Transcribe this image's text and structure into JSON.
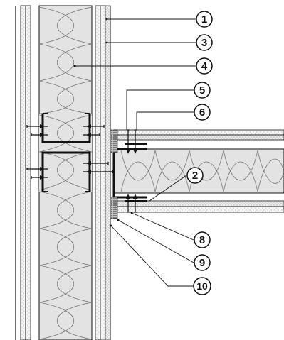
{
  "callouts": [
    {
      "id": "1",
      "label": "1"
    },
    {
      "id": "3",
      "label": "3"
    },
    {
      "id": "4",
      "label": "4"
    },
    {
      "id": "5",
      "label": "5"
    },
    {
      "id": "6",
      "label": "6"
    },
    {
      "id": "2",
      "label": "2"
    },
    {
      "id": "8",
      "label": "8"
    },
    {
      "id": "9",
      "label": "9"
    },
    {
      "id": "10",
      "label": "10"
    }
  ],
  "colors": {
    "line": "#111111",
    "insulation": "#e3e3e3",
    "board_stipple": "#f4f4f4",
    "seal": "#333333"
  }
}
